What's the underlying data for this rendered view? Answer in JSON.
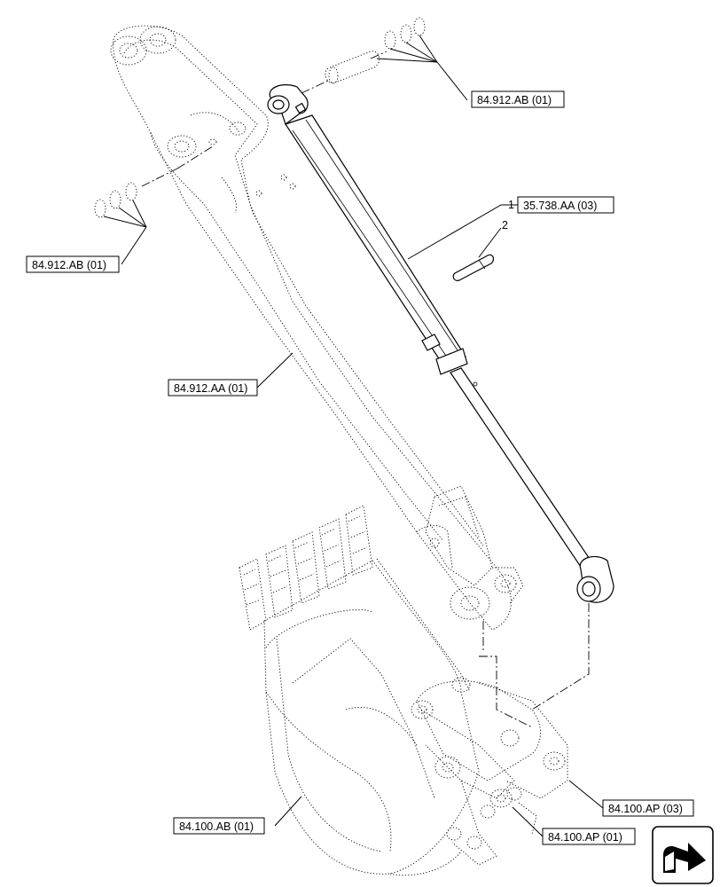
{
  "references": {
    "pin_top": "84.912.AB (01)",
    "pin_left": "84.912.AB (01)",
    "arm": "84.912.AA (01)",
    "cylinder": "35.738.AA (03)",
    "bucket": "84.100.AB (01)",
    "linkage_right": "84.100.AP (03)",
    "linkage_bottom": "84.100.AP (01)"
  },
  "item_numbers": {
    "cylinder": "1",
    "label": "2"
  },
  "nav_icon": "next-page-arrow-icon"
}
